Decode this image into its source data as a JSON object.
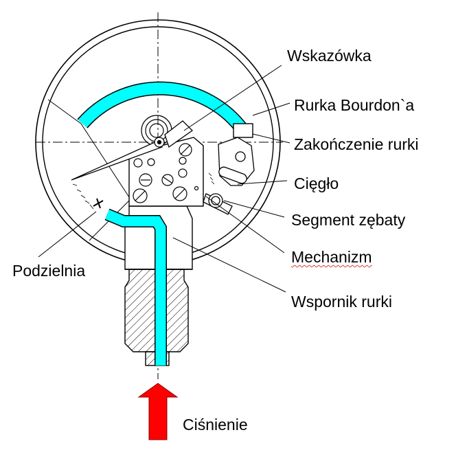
{
  "labels": {
    "pointer": "Wskazówka",
    "bourdon_tube": "Rurka Bourdon`a",
    "tube_end": "Zakończenie rurki",
    "link": "Cięgło",
    "toothed_segment": "Segment zębaty",
    "mechanism": "Mechanizm",
    "dial": "Podzielnia",
    "tube_support": "Wspornik rurki",
    "pressure": "Ciśnienie"
  },
  "colors": {
    "tube": "#00ffff",
    "arrow": "#ff0000",
    "line": "#000000"
  }
}
